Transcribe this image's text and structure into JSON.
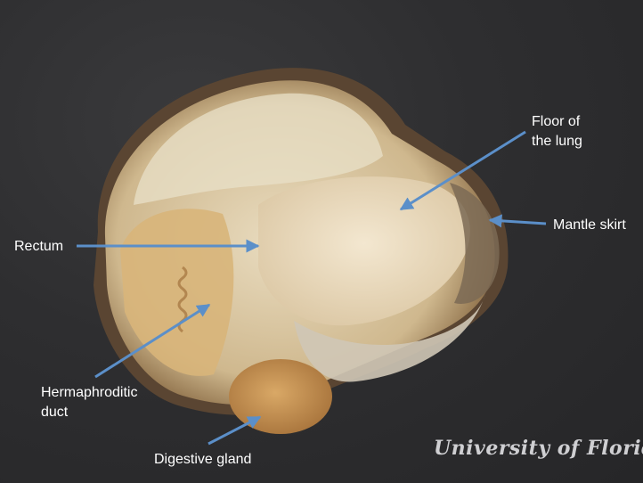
{
  "labels": {
    "floor_of_lung": [
      "Floor of",
      "the lung"
    ],
    "mantle_skirt": "Mantle skirt",
    "rectum": "Rectum",
    "hermaphroditic_duct": [
      "Hermaphroditic",
      "duct"
    ],
    "digestive_gland": "Digestive gland"
  },
  "watermark": "University of Florida",
  "colors": {
    "background": "#2b2b2d",
    "arrow": "#5b8fc9",
    "label_text": "#ffffff"
  }
}
